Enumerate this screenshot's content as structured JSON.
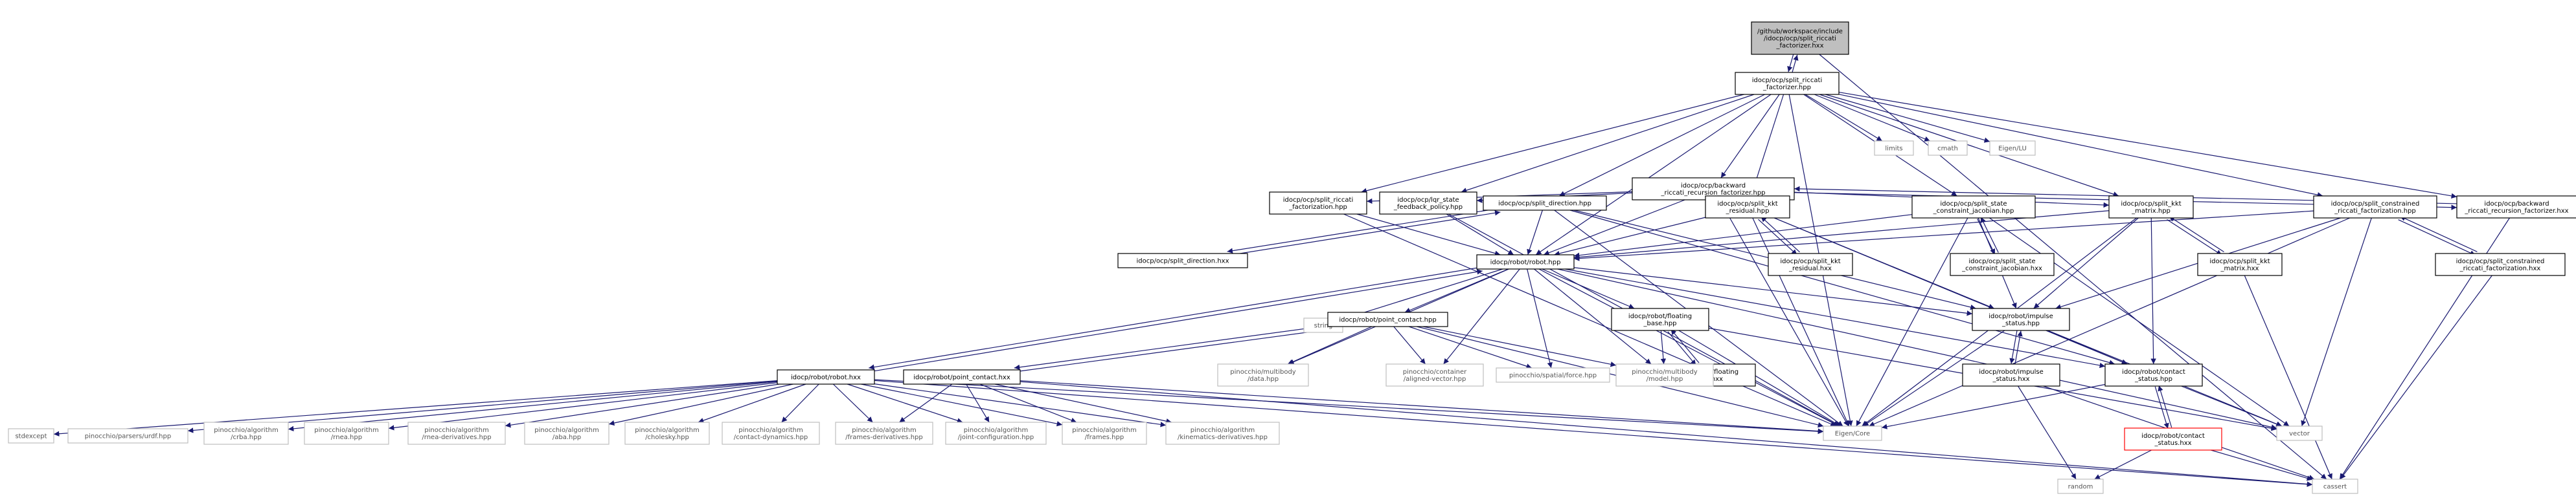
{
  "diagram": {
    "nodes": [
      {
        "id": "root",
        "lines": [
          "/github/workspace/include",
          "/idocp/ocp/split_riccati",
          "_factorizer.hxx"
        ],
        "style": "root"
      },
      {
        "id": "srf_hpp",
        "lines": [
          "idocp/ocp/split_riccati",
          "_factorizer.hpp"
        ],
        "style": "box"
      },
      {
        "id": "limits",
        "lines": [
          "limits"
        ],
        "style": "ext"
      },
      {
        "id": "cmath",
        "lines": [
          "cmath"
        ],
        "style": "ext"
      },
      {
        "id": "eigen_lu",
        "lines": [
          "Eigen/LU"
        ],
        "style": "ext"
      },
      {
        "id": "brrf_hpp",
        "lines": [
          "idocp/ocp/backward",
          "_riccati_recursion_factorizer.hpp"
        ],
        "style": "box"
      },
      {
        "id": "srfact_hpp",
        "lines": [
          "idocp/ocp/split_riccati",
          "_factorization.hpp"
        ],
        "style": "box"
      },
      {
        "id": "lqr_hpp",
        "lines": [
          "idocp/ocp/lqr_state",
          "_feedback_policy.hpp"
        ],
        "style": "box"
      },
      {
        "id": "sdir_hpp",
        "lines": [
          "idocp/ocp/split_direction.hpp"
        ],
        "style": "box"
      },
      {
        "id": "sdir_hxx",
        "lines": [
          "idocp/ocp/split_direction.hxx"
        ],
        "style": "box"
      },
      {
        "id": "skres_hpp",
        "lines": [
          "idocp/ocp/split_kkt",
          "_residual.hpp"
        ],
        "style": "box"
      },
      {
        "id": "skres_hxx",
        "lines": [
          "idocp/ocp/split_kkt",
          "_residual.hxx"
        ],
        "style": "box"
      },
      {
        "id": "sscj_hpp",
        "lines": [
          "idocp/ocp/split_state",
          "_constraint_jacobian.hpp"
        ],
        "style": "box"
      },
      {
        "id": "sscj_hxx",
        "lines": [
          "idocp/ocp/split_state",
          "_constraint_jacobian.hxx"
        ],
        "style": "box"
      },
      {
        "id": "skm_hpp",
        "lines": [
          "idocp/ocp/split_kkt",
          "_matrix.hpp"
        ],
        "style": "box"
      },
      {
        "id": "skm_hxx",
        "lines": [
          "idocp/ocp/split_kkt",
          "_matrix.hxx"
        ],
        "style": "box"
      },
      {
        "id": "scrf_hpp",
        "lines": [
          "idocp/ocp/split_constrained",
          "_riccati_factorization.hpp"
        ],
        "style": "box"
      },
      {
        "id": "scrf_hxx",
        "lines": [
          "idocp/ocp/split_constrained",
          "_riccati_factorization.hxx"
        ],
        "style": "box"
      },
      {
        "id": "brrf_hxx",
        "lines": [
          "idocp/ocp/backward",
          "_riccati_recursion_factorizer.hxx"
        ],
        "style": "box"
      },
      {
        "id": "robot_hpp",
        "lines": [
          "idocp/robot/robot.hpp"
        ],
        "style": "box"
      },
      {
        "id": "string",
        "lines": [
          "string"
        ],
        "style": "ext"
      },
      {
        "id": "pc_hpp",
        "lines": [
          "idocp/robot/point_contact.hpp"
        ],
        "style": "box"
      },
      {
        "id": "fb_hpp",
        "lines": [
          "idocp/robot/floating",
          "_base.hpp"
        ],
        "style": "box"
      },
      {
        "id": "fb_hxx",
        "lines": [
          "idocp/robot/floating",
          "_base.hxx"
        ],
        "style": "box"
      },
      {
        "id": "is_hpp",
        "lines": [
          "idocp/robot/impulse",
          "_status.hpp"
        ],
        "style": "box"
      },
      {
        "id": "is_hxx",
        "lines": [
          "idocp/robot/impulse",
          "_status.hxx"
        ],
        "style": "box"
      },
      {
        "id": "cs_hpp",
        "lines": [
          "idocp/robot/contact",
          "_status.hpp"
        ],
        "style": "box"
      },
      {
        "id": "cs_hxx",
        "lines": [
          "idocp/robot/contact",
          "_status.hxx"
        ],
        "style": "red"
      },
      {
        "id": "robot_hxx",
        "lines": [
          "idocp/robot/robot.hxx"
        ],
        "style": "box"
      },
      {
        "id": "pc_hxx",
        "lines": [
          "idocp/robot/point_contact.hxx"
        ],
        "style": "box"
      },
      {
        "id": "pin_data",
        "lines": [
          "pinocchio/multibody",
          "/data.hpp"
        ],
        "style": "ext"
      },
      {
        "id": "pin_av",
        "lines": [
          "pinocchio/container",
          "/aligned-vector.hpp"
        ],
        "style": "ext"
      },
      {
        "id": "pin_force",
        "lines": [
          "pinocchio/spatial/force.hpp"
        ],
        "style": "ext"
      },
      {
        "id": "pin_model",
        "lines": [
          "pinocchio/multibody",
          "/model.hpp"
        ],
        "style": "ext"
      },
      {
        "id": "eigen_core",
        "lines": [
          "Eigen/Core"
        ],
        "style": "ext"
      },
      {
        "id": "vector",
        "lines": [
          "vector"
        ],
        "style": "ext"
      },
      {
        "id": "cassert",
        "lines": [
          "cassert"
        ],
        "style": "ext"
      },
      {
        "id": "random",
        "lines": [
          "random"
        ],
        "style": "ext"
      },
      {
        "id": "stdexcept",
        "lines": [
          "stdexcept"
        ],
        "style": "ext"
      },
      {
        "id": "pin_urdf",
        "lines": [
          "pinocchio/parsers/urdf.hpp"
        ],
        "style": "ext"
      },
      {
        "id": "pin_crba",
        "lines": [
          "pinocchio/algorithm",
          "/crba.hpp"
        ],
        "style": "ext"
      },
      {
        "id": "pin_rnea",
        "lines": [
          "pinocchio/algorithm",
          "/rnea.hpp"
        ],
        "style": "ext"
      },
      {
        "id": "pin_rnead",
        "lines": [
          "pinocchio/algorithm",
          "/rnea-derivatives.hpp"
        ],
        "style": "ext"
      },
      {
        "id": "pin_aba",
        "lines": [
          "pinocchio/algorithm",
          "/aba.hpp"
        ],
        "style": "ext"
      },
      {
        "id": "pin_chol",
        "lines": [
          "pinocchio/algorithm",
          "/cholesky.hpp"
        ],
        "style": "ext"
      },
      {
        "id": "pin_cdyn",
        "lines": [
          "pinocchio/algorithm",
          "/contact-dynamics.hpp"
        ],
        "style": "ext"
      },
      {
        "id": "pin_framesd",
        "lines": [
          "pinocchio/algorithm",
          "/frames-derivatives.hpp"
        ],
        "style": "ext"
      },
      {
        "id": "pin_jconf",
        "lines": [
          "pinocchio/algorithm",
          "/joint-configuration.hpp"
        ],
        "style": "ext"
      },
      {
        "id": "pin_frames",
        "lines": [
          "pinocchio/algorithm",
          "/frames.hpp"
        ],
        "style": "ext"
      },
      {
        "id": "pin_kind",
        "lines": [
          "pinocchio/algorithm",
          "/kinematics-derivatives.hpp"
        ],
        "style": "ext"
      }
    ],
    "edges": [
      [
        "root",
        "srf_hpp"
      ],
      [
        "srf_hpp",
        "root"
      ],
      [
        "root",
        "cassert"
      ],
      [
        "srf_hpp",
        "limits"
      ],
      [
        "srf_hpp",
        "cmath"
      ],
      [
        "srf_hpp",
        "eigen_lu"
      ],
      [
        "srf_hpp",
        "brrf_hpp"
      ],
      [
        "srf_hpp",
        "srfact_hpp"
      ],
      [
        "srf_hpp",
        "lqr_hpp"
      ],
      [
        "srf_hpp",
        "sdir_hpp"
      ],
      [
        "srf_hpp",
        "skres_hpp"
      ],
      [
        "srf_hpp",
        "sscj_hpp"
      ],
      [
        "srf_hpp",
        "skm_hpp"
      ],
      [
        "srf_hpp",
        "scrf_hpp"
      ],
      [
        "srf_hpp",
        "robot_hpp"
      ],
      [
        "srf_hpp",
        "eigen_core"
      ],
      [
        "srf_hpp",
        "brrf_hxx"
      ],
      [
        "brrf_hpp",
        "srfact_hpp"
      ],
      [
        "brrf_hpp",
        "lqr_hpp"
      ],
      [
        "brrf_hpp",
        "skres_hpp"
      ],
      [
        "brrf_hpp",
        "skm_hpp"
      ],
      [
        "brrf_hpp",
        "robot_hpp"
      ],
      [
        "brrf_hpp",
        "eigen_core"
      ],
      [
        "brrf_hpp",
        "brrf_hxx"
      ],
      [
        "brrf_hxx",
        "brrf_hpp"
      ],
      [
        "brrf_hxx",
        "cassert"
      ],
      [
        "srfact_hpp",
        "robot_hpp"
      ],
      [
        "srfact_hpp",
        "eigen_core"
      ],
      [
        "lqr_hpp",
        "robot_hpp"
      ],
      [
        "lqr_hpp",
        "eigen_core"
      ],
      [
        "sdir_hpp",
        "robot_hpp"
      ],
      [
        "sdir_hpp",
        "is_hpp"
      ],
      [
        "sdir_hpp",
        "cs_hpp"
      ],
      [
        "sdir_hpp",
        "eigen_core"
      ],
      [
        "sdir_hpp",
        "sdir_hxx"
      ],
      [
        "sdir_hxx",
        "sdir_hpp"
      ],
      [
        "skres_hpp",
        "robot_hpp"
      ],
      [
        "skres_hpp",
        "is_hpp"
      ],
      [
        "skres_hpp",
        "cs_hpp"
      ],
      [
        "skres_hpp",
        "eigen_core"
      ],
      [
        "skres_hpp",
        "skres_hxx"
      ],
      [
        "skres_hxx",
        "skres_hpp"
      ],
      [
        "sscj_hpp",
        "robot_hpp"
      ],
      [
        "sscj_hpp",
        "is_hpp"
      ],
      [
        "sscj_hpp",
        "eigen_core"
      ],
      [
        "sscj_hpp",
        "sscj_hxx"
      ],
      [
        "sscj_hxx",
        "sscj_hpp"
      ],
      [
        "sscj_hpp",
        "vector"
      ],
      [
        "skm_hpp",
        "robot_hpp"
      ],
      [
        "skm_hpp",
        "is_hpp"
      ],
      [
        "skm_hpp",
        "cs_hpp"
      ],
      [
        "skm_hpp",
        "eigen_core"
      ],
      [
        "skm_hpp",
        "skm_hxx"
      ],
      [
        "skm_hxx",
        "skm_hpp"
      ],
      [
        "skm_hxx",
        "cassert"
      ],
      [
        "scrf_hpp",
        "robot_hpp"
      ],
      [
        "scrf_hpp",
        "is_hpp"
      ],
      [
        "scrf_hpp",
        "eigen_core"
      ],
      [
        "scrf_hpp",
        "vector"
      ],
      [
        "scrf_hpp",
        "scrf_hxx"
      ],
      [
        "scrf_hxx",
        "scrf_hpp"
      ],
      [
        "scrf_hxx",
        "cassert"
      ],
      [
        "robot_hpp",
        "string"
      ],
      [
        "robot_hpp",
        "pc_hpp"
      ],
      [
        "robot_hpp",
        "fb_hpp"
      ],
      [
        "robot_hpp",
        "is_hpp"
      ],
      [
        "robot_hpp",
        "cs_hpp"
      ],
      [
        "robot_hpp",
        "pin_data"
      ],
      [
        "robot_hpp",
        "pin_av"
      ],
      [
        "robot_hpp",
        "pin_force"
      ],
      [
        "robot_hpp",
        "pin_model"
      ],
      [
        "robot_hpp",
        "eigen_core"
      ],
      [
        "robot_hpp",
        "vector"
      ],
      [
        "robot_hpp",
        "robot_hxx"
      ],
      [
        "robot_hxx",
        "robot_hpp"
      ],
      [
        "pc_hpp",
        "pin_data"
      ],
      [
        "pc_hpp",
        "pin_av"
      ],
      [
        "pc_hpp",
        "pin_force"
      ],
      [
        "pc_hpp",
        "pin_model"
      ],
      [
        "pc_hpp",
        "eigen_core"
      ],
      [
        "pc_hpp",
        "pc_hxx"
      ],
      [
        "pc_hxx",
        "pc_hpp"
      ],
      [
        "fb_hpp",
        "pin_model"
      ],
      [
        "fb_hpp",
        "eigen_core"
      ],
      [
        "fb_hpp",
        "vector"
      ],
      [
        "fb_hpp",
        "fb_hxx"
      ],
      [
        "fb_hxx",
        "fb_hpp"
      ],
      [
        "is_hpp",
        "cs_hpp"
      ],
      [
        "is_hpp",
        "eigen_core"
      ],
      [
        "is_hpp",
        "vector"
      ],
      [
        "is_hpp",
        "is_hxx"
      ],
      [
        "is_hxx",
        "is_hpp"
      ],
      [
        "is_hxx",
        "cassert"
      ],
      [
        "is_hxx",
        "random"
      ],
      [
        "cs_hpp",
        "eigen_core"
      ],
      [
        "cs_hpp",
        "vector"
      ],
      [
        "cs_hpp",
        "cs_hxx"
      ],
      [
        "cs_hxx",
        "cs_hpp"
      ],
      [
        "cs_hxx",
        "cassert"
      ],
      [
        "cs_hxx",
        "random"
      ],
      [
        "robot_hxx",
        "stdexcept"
      ],
      [
        "robot_hxx",
        "pin_urdf"
      ],
      [
        "robot_hxx",
        "pin_crba"
      ],
      [
        "robot_hxx",
        "pin_rnea"
      ],
      [
        "robot_hxx",
        "pin_rnead"
      ],
      [
        "robot_hxx",
        "pin_aba"
      ],
      [
        "robot_hxx",
        "pin_chol"
      ],
      [
        "robot_hxx",
        "pin_cdyn"
      ],
      [
        "robot_hxx",
        "pin_framesd"
      ],
      [
        "robot_hxx",
        "pin_jconf"
      ],
      [
        "robot_hxx",
        "pin_frames"
      ],
      [
        "robot_hxx",
        "pin_kind"
      ],
      [
        "robot_hxx",
        "eigen_core"
      ],
      [
        "robot_hxx",
        "cassert"
      ],
      [
        "pc_hxx",
        "pin_framesd"
      ],
      [
        "pc_hxx",
        "pin_jconf"
      ],
      [
        "pc_hxx",
        "pin_frames"
      ],
      [
        "pc_hxx",
        "pin_kind"
      ],
      [
        "pc_hxx",
        "eigen_core"
      ],
      [
        "pc_hxx",
        "cassert"
      ]
    ],
    "colors": {
      "edge": "#191970",
      "box_stroke": "#000000",
      "ext_stroke": "#bfbfbf",
      "ext_text": "#555555",
      "root_fill": "#bfbfbf",
      "red_stroke": "#ff0000"
    }
  }
}
